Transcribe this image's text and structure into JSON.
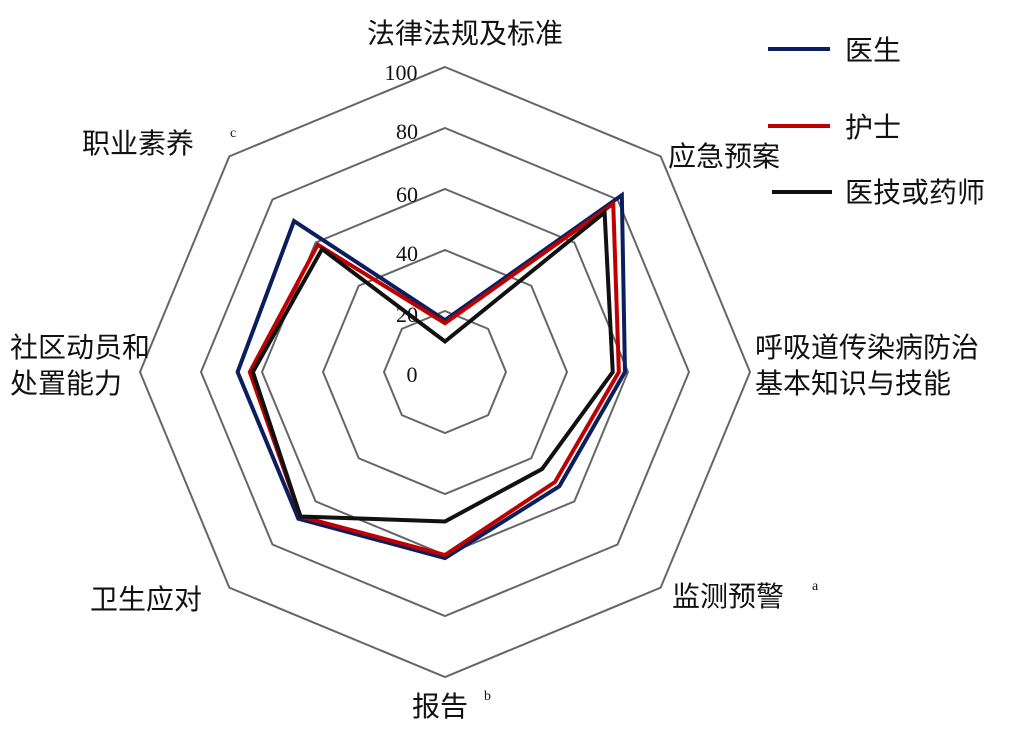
{
  "chart_data": {
    "type": "radar",
    "title": "",
    "axes": [
      {
        "label": "法律法规及标准",
        "sup": ""
      },
      {
        "label": "应急预案",
        "sup": ""
      },
      {
        "label": "呼吸道传染病防治基本知识与技能",
        "lines": [
          "呼吸道传染病防治",
          "基本知识与技能"
        ],
        "sup": ""
      },
      {
        "label": "监测预警",
        "sup": "a"
      },
      {
        "label": "报告",
        "sup": "b"
      },
      {
        "label": "卫生应对",
        "sup": ""
      },
      {
        "label": "社区动员和处置能力",
        "lines": [
          "社区动员和",
          "处置能力"
        ],
        "sup": ""
      },
      {
        "label": "职业素养",
        "sup": "c"
      }
    ],
    "rlim": [
      0,
      100
    ],
    "ticks": [
      "0",
      "20",
      "40",
      "60",
      "80",
      "100"
    ],
    "legend_position": "top-right",
    "series": [
      {
        "name": "医生",
        "color": "#0b1e5e",
        "values": [
          17,
          82,
          59,
          53,
          61,
          68,
          68,
          70
        ]
      },
      {
        "name": "护士",
        "color": "#c00000",
        "values": [
          16,
          78,
          57,
          51,
          60,
          67,
          64,
          59
        ]
      },
      {
        "name": "医技或药师",
        "color": "#111111",
        "values": [
          10,
          74,
          55,
          45,
          49,
          67,
          63,
          57
        ]
      }
    ]
  }
}
